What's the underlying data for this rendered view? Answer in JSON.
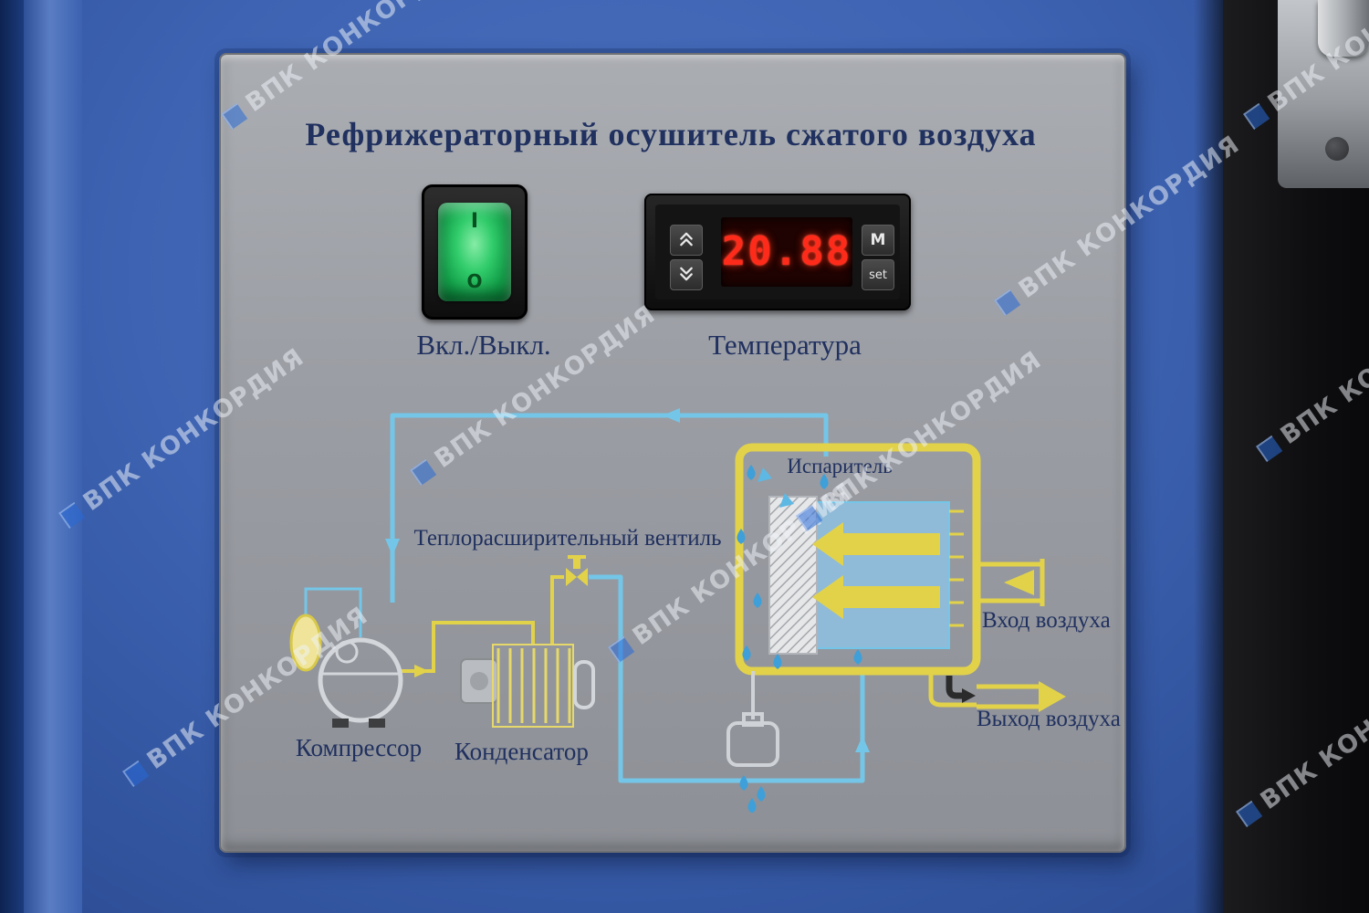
{
  "watermark": {
    "text": "ВПК КОНКОРДИЯ",
    "logo_icon": "blue-cube-logo-icon"
  },
  "cabinet": {
    "body_color": "#3d63b2",
    "panel_color": "#9b9ea4"
  },
  "panel": {
    "title": "Рефрижераторный осушитель сжатого воздуха",
    "power_switch": {
      "label": "Вкл./Выкл.",
      "on_marking": "I",
      "off_marking": "O"
    },
    "temperature_controller": {
      "label": "Температура",
      "display_value": "20.88",
      "display_color": "#ff2b1a",
      "buttons": {
        "up_icon": "chevron-double-up-icon",
        "down_icon": "chevron-double-down-icon",
        "mode_label": "M",
        "set_label": "set"
      }
    },
    "diagram": {
      "labels": {
        "evaporator": "Испаритель",
        "expansion_valve": "Теплорасширительный вентиль",
        "compressor": "Компрессор",
        "condenser": "Конденсатор",
        "air_inlet": "Вход воздуха",
        "air_outlet": "Выход воздуха"
      },
      "colors": {
        "refrigerant_line_blue": "#74c6e8",
        "air_line_yellow": "#e2d24a"
      }
    }
  }
}
